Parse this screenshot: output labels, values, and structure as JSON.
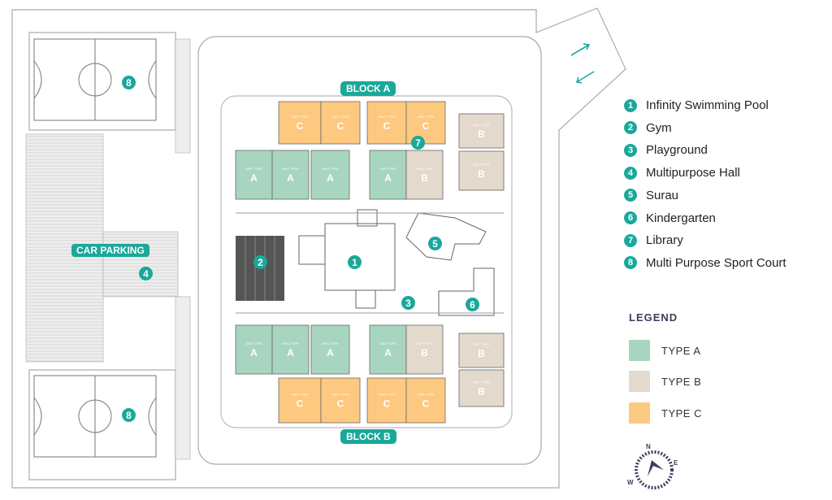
{
  "blocks": {
    "a": "BLOCK A",
    "b": "BLOCK B"
  },
  "car_parking": "CAR PARKING",
  "amenities": [
    {
      "num": "1",
      "label": "Infinity Swimming Pool"
    },
    {
      "num": "2",
      "label": "Gym"
    },
    {
      "num": "3",
      "label": "Playground"
    },
    {
      "num": "4",
      "label": "Multipurpose Hall"
    },
    {
      "num": "5",
      "label": "Surau"
    },
    {
      "num": "6",
      "label": "Kindergarten"
    },
    {
      "num": "7",
      "label": "Library"
    },
    {
      "num": "8",
      "label": "Multi Purpose Sport Court"
    }
  ],
  "legend": {
    "title": "LEGEND",
    "items": [
      {
        "label": "TYPE A",
        "color": "#a8d5c0"
      },
      {
        "label": "TYPE B",
        "color": "#e3d9cc"
      },
      {
        "label": "TYPE C",
        "color": "#fdc981"
      }
    ]
  },
  "unit_caption": "UNIT TYPE",
  "compass": {
    "n": "N",
    "e": "E",
    "w": "W"
  },
  "colors": {
    "accent": "#1aa89a",
    "A": "#a8d5c0",
    "B": "#e3d9cc",
    "C": "#fdc981"
  }
}
